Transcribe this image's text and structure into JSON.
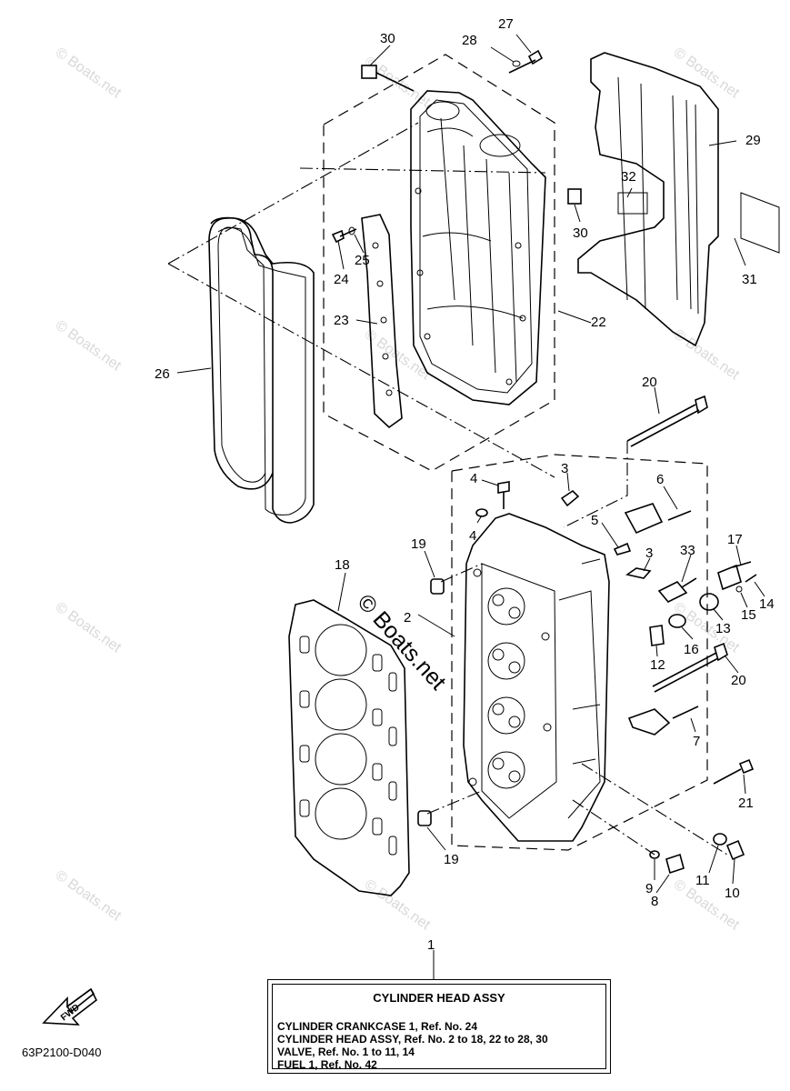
{
  "diagram": {
    "callouts": [
      "1",
      "2",
      "3",
      "3",
      "4",
      "4",
      "5",
      "6",
      "7",
      "8",
      "9",
      "10",
      "11",
      "12",
      "13",
      "14",
      "15",
      "16",
      "17",
      "18",
      "19",
      "19",
      "20",
      "20",
      "21",
      "22",
      "23",
      "24",
      "25",
      "26",
      "27",
      "28",
      "29",
      "30",
      "30",
      "31",
      "32",
      "33"
    ],
    "watermark": "© Boats.net",
    "fwd_label": "FWD",
    "drawing_code": "63P2100-D040"
  },
  "caption": {
    "title": "CYLINDER HEAD ASSY",
    "lines": [
      "CYLINDER CRANKCASE 1, Ref. No. 24",
      "CYLINDER HEAD ASSY,   Ref. No. 2 to 18, 22 to 28, 30",
      "VALVE, Ref. No. 1 to 11, 14",
      "FUEL 1, Ref. No. 42"
    ]
  }
}
